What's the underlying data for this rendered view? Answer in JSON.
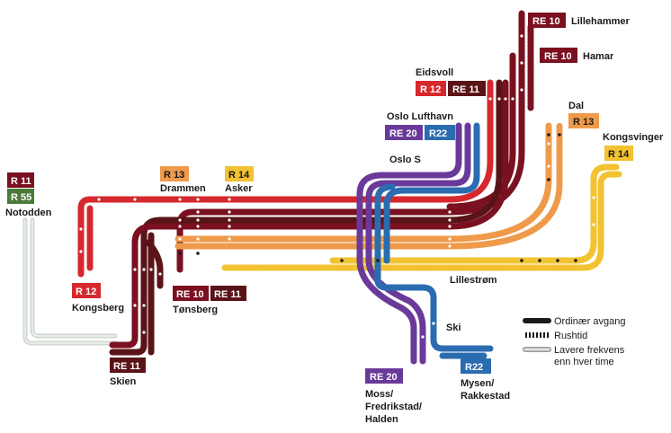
{
  "colors": {
    "re10": "#7a1020",
    "re11": "#5a1418",
    "r12": "#d7282d",
    "r13": "#ef9a4a",
    "r14": "#f2c230",
    "re20": "#6a3a9a",
    "r22": "#2b6cb0",
    "r11": "#7a1020",
    "r55": "#4a7a3a",
    "low_freq": "#cfd8cf"
  },
  "badges": {
    "re10_lillehammer": "RE 10",
    "re10_hamar": "RE 10",
    "r12_eidsvoll": "R 12",
    "re11_eidsvoll": "RE 11",
    "re20_airport": "RE 20",
    "r22_airport": "R22",
    "r13_dal": "R 13",
    "r14_kongsvinger": "R 14",
    "r13_drammen": "R 13",
    "r14_asker": "R 14",
    "r11_notodden": "R 11",
    "r55_notodden": "R 55",
    "r12_kongsberg": "R 12",
    "re10_tonsberg": "RE 10",
    "re11_tonsberg": "RE 11",
    "re11_skien": "RE 11",
    "re20_moss": "RE 20",
    "r22_mysen": "R22"
  },
  "stations": {
    "lillehammer": "Lillehammer",
    "hamar": "Hamar",
    "eidsvoll": "Eidsvoll",
    "oslo_lufthavn": "Oslo Lufthavn",
    "dal": "Dal",
    "kongsvinger": "Kongsvinger",
    "oslo_s": "Oslo S",
    "drammen": "Drammen",
    "asker": "Asker",
    "notodden": "Notodden",
    "lillestrom": "Lillestrøm",
    "kongsberg": "Kongsberg",
    "tonsberg": "Tønsberg",
    "skien": "Skien",
    "ski": "Ski",
    "moss_1": "Moss/",
    "moss_2": "Fredrikstad/",
    "moss_3": "Halden",
    "mysen_1": "Mysen/",
    "mysen_2": "Rakkestad"
  },
  "legend": {
    "regular": "Ordinær avgang",
    "rush": "Rushtid",
    "low_1": "Lavere frekvens",
    "low_2": "enn hver time"
  }
}
